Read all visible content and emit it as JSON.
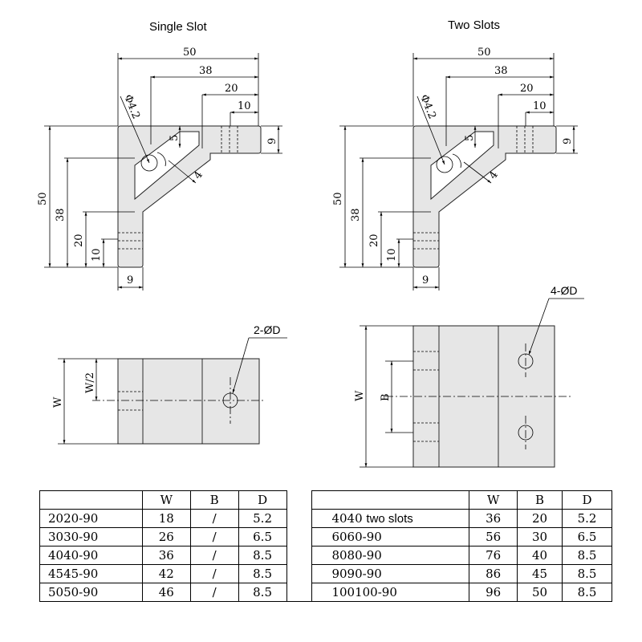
{
  "titles": {
    "single": "Single  Slot",
    "two": "Two  Slots"
  },
  "dims": {
    "d50": "50",
    "d38": "38",
    "d20": "20",
    "d10": "10",
    "d9": "9",
    "d5": "5",
    "d4": "4",
    "phi": "Φ4.2",
    "w": "W",
    "w_half": "W/2",
    "b": "B",
    "holes_single": "2-ØD",
    "holes_two": "4-ØD"
  },
  "table": {
    "headers": [
      "W",
      "B",
      "D"
    ],
    "left_rows": [
      [
        "2020-90",
        "18",
        "/",
        "5.2"
      ],
      [
        "3030-90",
        "26",
        "/",
        "6.5"
      ],
      [
        "4040-90",
        "36",
        "/",
        "8.5"
      ],
      [
        "4545-90",
        "42",
        "/",
        "8.5"
      ],
      [
        "5050-90",
        "46",
        "/",
        "8.5"
      ]
    ],
    "right_rows": [
      [
        "4040",
        "36",
        "20",
        "5.2"
      ],
      [
        "6060-90",
        "56",
        "30",
        "6.5"
      ],
      [
        "8080-90",
        "76",
        "40",
        "8.5"
      ],
      [
        "9090-90",
        "86",
        "45",
        "8.5"
      ],
      [
        "100100-90",
        "96",
        "50",
        "8.5"
      ]
    ],
    "two_slots_note": "two  slots"
  }
}
